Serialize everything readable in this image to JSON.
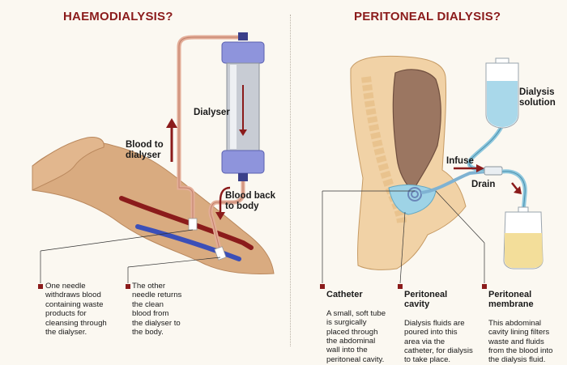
{
  "haemo": {
    "title": "HAEMODIALYSIS?",
    "dialyser": "Dialyser",
    "blood_to": "Blood to\ndialyser",
    "blood_back": "Blood back\nto body",
    "note1": "One needle\nwithdraws blood\ncontaining waste\nproducts for\ncleansing through\nthe dialyser.",
    "note2": "The other\nneedle returns\nthe clean\nblood from\nthe dialyser to\nthe body."
  },
  "peri": {
    "title": "PERITONEAL DIALYSIS?",
    "solution": "Dialysis\nsolution",
    "infuse": "Infuse",
    "drain": "Drain",
    "catheter_title": "Catheter",
    "catheter_body": "A small, soft tube\nis surgically\nplaced through\nthe abdominal\nwall into the\nperitoneal cavity.",
    "cavity_title": "Peritoneal\ncavity",
    "cavity_body": "Dialysis fluids are\npoured into this\narea via the\ncatheter, for dialysis\nto take place.",
    "membrane_title": "Peritoneal\nmembrane",
    "membrane_body": "This abdominal\ncavity lining filters\nwaste and fluids\nfrom the blood into\nthe dialysis fluid."
  },
  "colors": {
    "accent": "#8b1b1b",
    "tube": "#e7b29e",
    "dialyser": "#7f86d6",
    "skin": "#d7a77c",
    "fluid": "#9ed3e6"
  }
}
